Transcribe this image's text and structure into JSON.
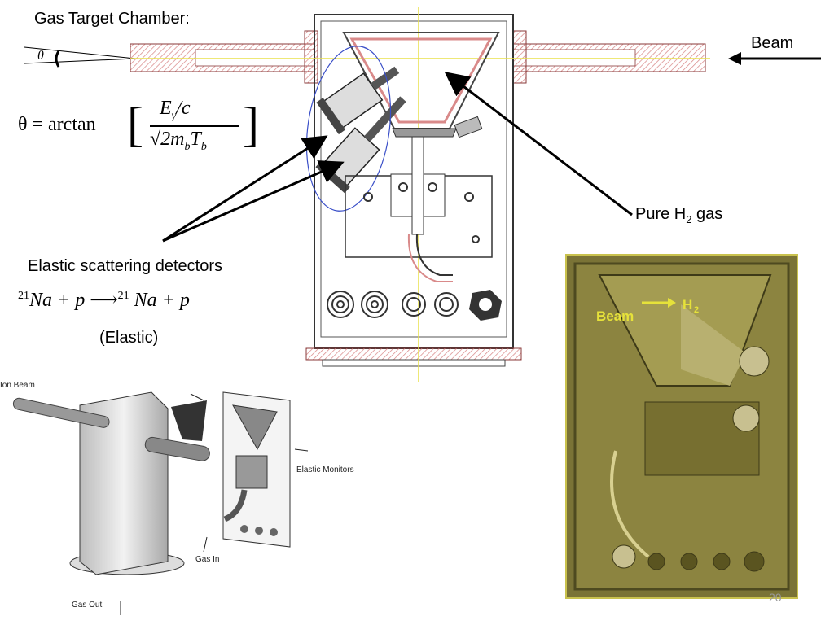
{
  "title": "Gas Target Chamber:",
  "theta_symbol": "θ",
  "beam_label": "Beam",
  "pure_gas": {
    "prefix": "Pure H",
    "sub": "2",
    "suffix": " gas"
  },
  "formula": {
    "lhs": "θ = arctan",
    "numerator": "E",
    "numerator_sub": "γ",
    "numerator_tail": "/c",
    "denominator": "√2m",
    "denominator_sub1": "b",
    "denominator_mid": "T",
    "denominator_sub2": "b"
  },
  "detectors_label": "Elastic scattering detectors",
  "reaction": {
    "sup1": "21",
    "part1": "Na + p ⟶",
    "sup2": "21",
    "part2": " Na + p"
  },
  "elastic_label": "(Elastic)",
  "iso_labels": {
    "ion_beam": "Ion Beam",
    "elastic_monitors": "Elastic Monitors",
    "gas_in": "Gas In",
    "gas_out": "Gas Out"
  },
  "photo_labels": {
    "beam": "Beam",
    "h2": "H",
    "h2_sub": "2"
  },
  "page_number": "20",
  "colors": {
    "hatch": "#d98a8a",
    "beam_line": "#e8e04a",
    "ellipse": "#3a4fc8",
    "photo_bg": "#7a7336",
    "photo_text": "#e6e23a"
  }
}
